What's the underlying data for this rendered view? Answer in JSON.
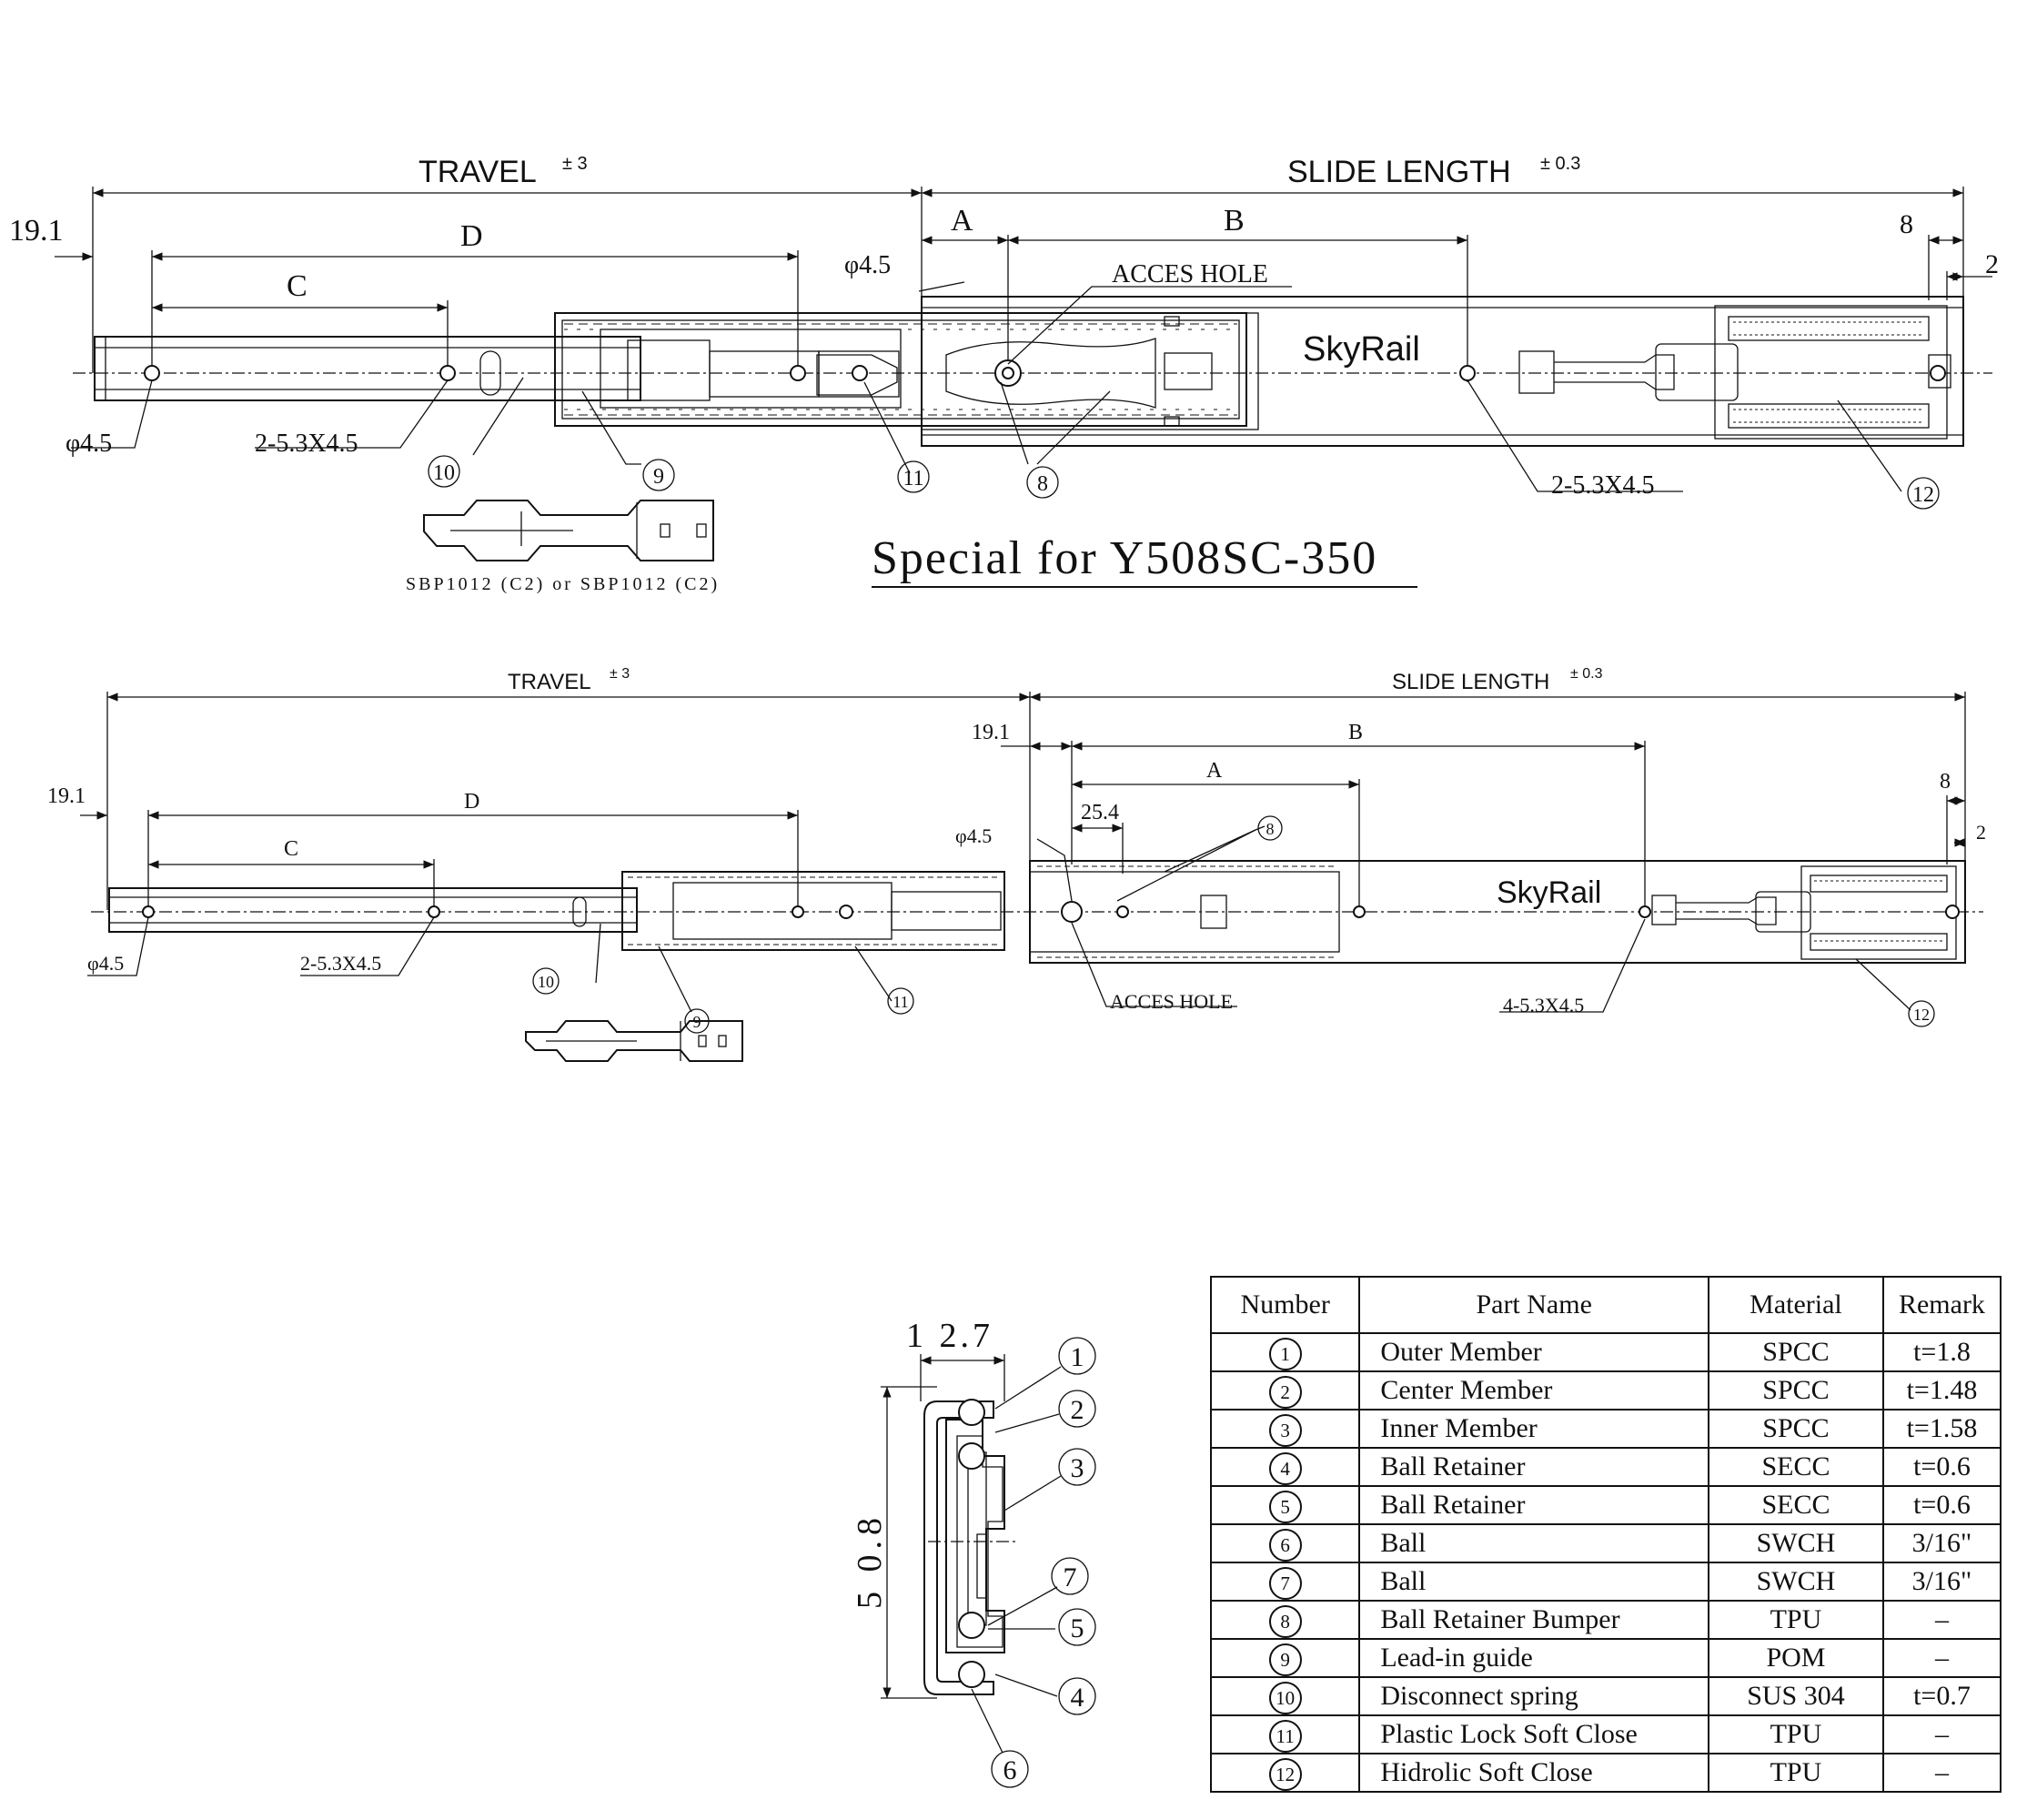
{
  "top_view": {
    "travel": "TRAVEL",
    "travel_tol": "± 3",
    "slide_length": "SLIDE LENGTH",
    "slide_length_tol": "± 0.3",
    "dim_19_1": "19.1",
    "dim_D": "D",
    "dim_C": "C",
    "dim_A": "A",
    "dim_B": "B",
    "dim_8": "8",
    "dim_2": "2",
    "phi_hole": "φ4.5",
    "phi_left": "φ4.5",
    "acces_hole": "ACCES HOLE",
    "slot_left": "2-5.3X4.5",
    "slot_right": "2-5.3X4.5",
    "brand": "SkyRail",
    "callout_10": "10",
    "callout_9": "9",
    "callout_11": "11",
    "callout_8": "8",
    "callout_12": "12",
    "spring_caption": "SBP1012 (C2) or SBP1012 (C2)",
    "special_note": "Special for  Y508SC-350"
  },
  "bottom_view": {
    "travel": "TRAVEL",
    "travel_tol": "± 3",
    "slide_length": "SLIDE LENGTH",
    "slide_length_tol": "± 0.3",
    "dim_19_1_a": "19.1",
    "dim_19_1_b": "19.1",
    "dim_B": "B",
    "dim_A": "A",
    "dim_D": "D",
    "dim_C": "C",
    "dim_25_4": "25.4",
    "dim_8": "8",
    "dim_2": "2",
    "phi_hole": "φ4.5",
    "phi_left": "φ4.5",
    "slot_left": "2-5.3X4.5",
    "slot_right": "4-5.3X4.5",
    "acces_hole": "ACCES HOLE",
    "brand": "SkyRail",
    "callout_8": "8",
    "callout_10": "10",
    "callout_9": "9",
    "callout_11": "11",
    "callout_12": "12"
  },
  "section": {
    "width_dim": "1 2.7",
    "height_dim": "5 0.8",
    "callouts": [
      "1",
      "2",
      "3",
      "7",
      "5",
      "4",
      "6"
    ]
  },
  "parts_table": {
    "headers": {
      "number": "Number",
      "part_name": "Part Name",
      "material": "Material",
      "remark": "Remark"
    },
    "rows": [
      {
        "number": "1",
        "name": "Outer Member",
        "material": "SPCC",
        "remark": "t=1.8"
      },
      {
        "number": "2",
        "name": "Center Member",
        "material": "SPCC",
        "remark": "t=1.48"
      },
      {
        "number": "3",
        "name": "Inner Member",
        "material": "SPCC",
        "remark": "t=1.58"
      },
      {
        "number": "4",
        "name": "Ball Retainer",
        "material": "SECC",
        "remark": "t=0.6"
      },
      {
        "number": "5",
        "name": "Ball Retainer",
        "material": "SECC",
        "remark": "t=0.6"
      },
      {
        "number": "6",
        "name": "Ball",
        "material": "SWCH",
        "remark": "3/16\""
      },
      {
        "number": "7",
        "name": "Ball",
        "material": "SWCH",
        "remark": "3/16\""
      },
      {
        "number": "8",
        "name": "Ball Retainer Bumper",
        "material": "TPU",
        "remark": "–"
      },
      {
        "number": "9",
        "name": "Lead-in guide",
        "material": "POM",
        "remark": "–"
      },
      {
        "number": "10",
        "name": "Disconnect spring",
        "material": "SUS 304",
        "remark": "t=0.7"
      },
      {
        "number": "11",
        "name": "Plastic Lock Soft Close",
        "material": "TPU",
        "remark": "–"
      },
      {
        "number": "12",
        "name": "Hidrolic Soft Close",
        "material": "TPU",
        "remark": "–"
      }
    ]
  }
}
